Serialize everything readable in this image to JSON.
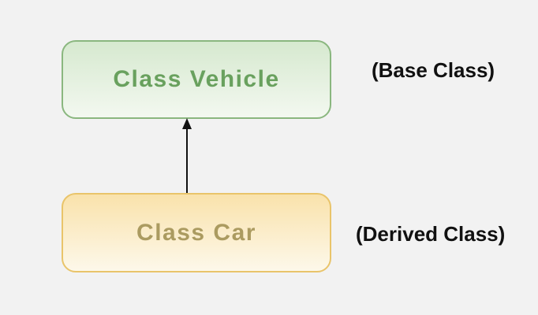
{
  "canvas": {
    "background_color": "#f2f2f2"
  },
  "diagram": {
    "type": "class-inheritance",
    "nodes": [
      {
        "id": "vehicle",
        "label": "Class Vehicle",
        "role": "base",
        "text_color": "#69a15e",
        "border_color": "#8ab77f",
        "fill_top": "#d6e9cf",
        "fill_bottom": "#f3f8f0"
      },
      {
        "id": "car",
        "label": "Class Car",
        "role": "derived",
        "text_color": "#ab9b60",
        "border_color": "#e9c46a",
        "fill_top": "#f9e2ab",
        "fill_bottom": "#fdf8ea"
      }
    ],
    "edge": {
      "from": "car",
      "to": "vehicle",
      "type": "arrow",
      "direction": "up",
      "color": "#111111"
    },
    "annotations": [
      {
        "text": "(Base Class)",
        "for": "vehicle",
        "color": "#111111"
      },
      {
        "text": "(Derived Class)",
        "for": "car",
        "color": "#111111"
      }
    ]
  }
}
